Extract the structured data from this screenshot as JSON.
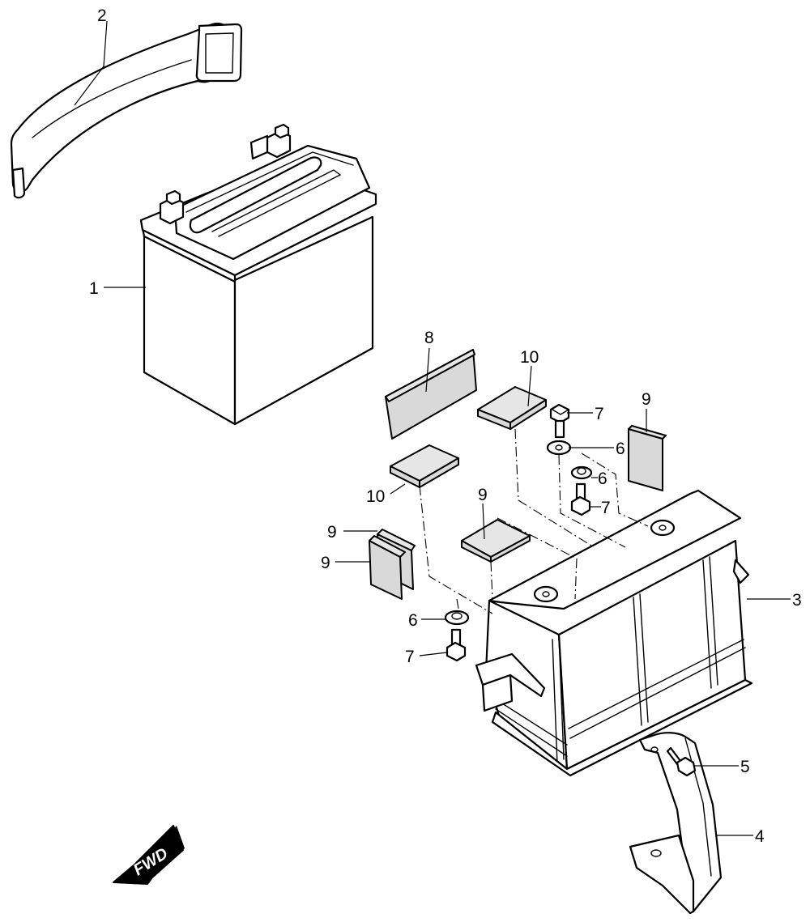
{
  "callouts": {
    "battery": "1",
    "strap": "2",
    "battery_box": "3",
    "bracket": "4",
    "bracket_bolt": "5",
    "washer_a": "6",
    "washer_b": "6",
    "washer_c": "6",
    "bolt_a": "7",
    "bolt_b": "7",
    "bolt_c": "7",
    "pad_long": "8",
    "pad_right": "9",
    "pad_center": "9",
    "pad_left_upper": "9",
    "pad_left_lower": "9",
    "pad_top_right": "10",
    "pad_top_left": "10"
  },
  "direction_arrow": {
    "label": "FWD",
    "icon": "fwd-arrow-icon"
  }
}
